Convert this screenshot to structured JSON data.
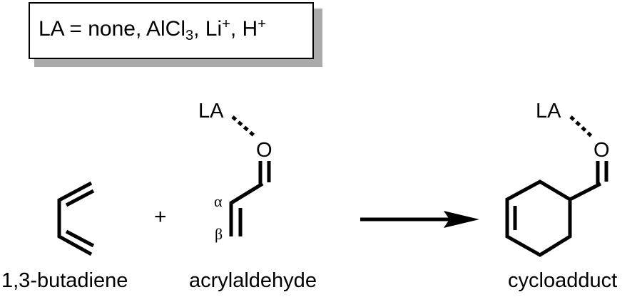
{
  "conditions_box": {
    "prefix": "LA = none, AlCl",
    "sub": "3",
    "mid": ", Li",
    "sup1": "+",
    "sep": ", H",
    "sup2": "+"
  },
  "reactants": [
    {
      "name": "1,3-butadiene"
    },
    {
      "name": "acrylaldehyde",
      "alpha_label": "α",
      "beta_label": "β",
      "lewis_acid_label": "LA",
      "oxygen_label": "O"
    }
  ],
  "plus_sign": "+",
  "product": {
    "name": "cycloadduct",
    "lewis_acid_label": "LA",
    "oxygen_label": "O"
  },
  "colors": {
    "ink": "#000000",
    "shadow": "#aaaaaa",
    "background": "#ffffff"
  }
}
